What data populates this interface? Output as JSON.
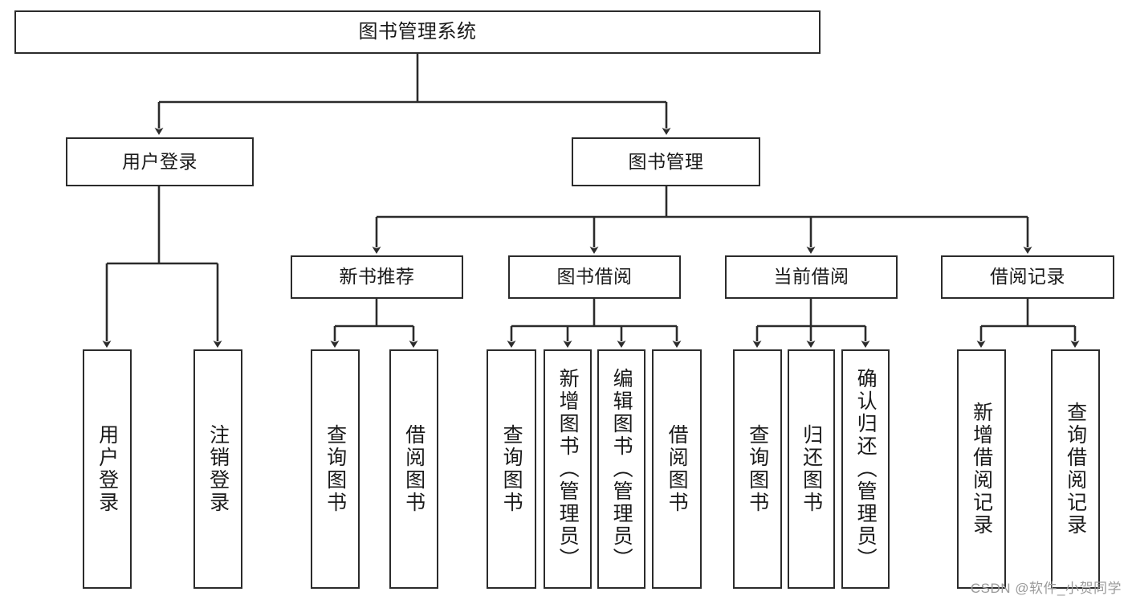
{
  "diagram": {
    "type": "tree-hierarchy",
    "title": "图书管理系统",
    "root": {
      "id": "root",
      "label": "图书管理系统"
    },
    "level2": [
      {
        "id": "user-login",
        "label": "用户登录"
      },
      {
        "id": "book-manage",
        "label": "图书管理"
      }
    ],
    "level3": [
      {
        "id": "new-book-rec",
        "label": "新书推荐"
      },
      {
        "id": "book-borrow",
        "label": "图书借阅"
      },
      {
        "id": "current-borrow",
        "label": "当前借阅"
      },
      {
        "id": "borrow-record",
        "label": "借阅记录"
      }
    ],
    "leaves": {
      "user_login": [
        {
          "id": "leaf-user-login",
          "label": "用户登录"
        },
        {
          "id": "leaf-logout-login",
          "label": "注销登录"
        }
      ],
      "new_book_rec": [
        {
          "id": "leaf-query-book-1",
          "label": "查询图书"
        },
        {
          "id": "leaf-borrow-book-1",
          "label": "借阅图书"
        }
      ],
      "book_borrow": [
        {
          "id": "leaf-query-book-2",
          "label": "查询图书"
        },
        {
          "id": "leaf-add-book",
          "label": "新增图书（管理员）"
        },
        {
          "id": "leaf-edit-book",
          "label": "编辑图书（管理员）"
        },
        {
          "id": "leaf-borrow-book-2",
          "label": "借阅图书"
        }
      ],
      "current_borrow": [
        {
          "id": "leaf-query-book-3",
          "label": "查询图书"
        },
        {
          "id": "leaf-return-book",
          "label": "归还图书"
        },
        {
          "id": "leaf-confirm-return",
          "label": "确认归还（管理员）"
        }
      ],
      "borrow_record": [
        {
          "id": "leaf-add-record",
          "label": "新增借阅记录"
        },
        {
          "id": "leaf-query-record",
          "label": "查询借阅记录"
        }
      ]
    },
    "colors": {
      "stroke": "#2b2b2b",
      "fill": "#ffffff",
      "text": "#1a1a1a",
      "watermark": "#9a9a9a"
    }
  },
  "watermark": {
    "text": "CSDN @软件_小贺同学"
  }
}
